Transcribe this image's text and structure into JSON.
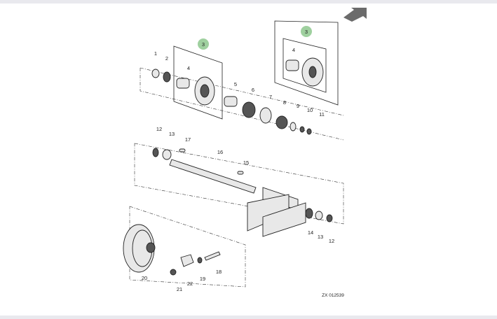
{
  "diagram": {
    "callouts": {
      "c1": "1",
      "c2": "2",
      "c3a": "3",
      "c3b": "3",
      "c4a": "4",
      "c4b": "4",
      "c5": "5",
      "c6": "6",
      "c7": "7",
      "c8": "8",
      "c9": "9",
      "c10": "10",
      "c11": "11",
      "c12a": "12",
      "c13a": "13",
      "c17": "17",
      "c16": "16",
      "c15": "15",
      "c14": "14",
      "c13b": "13",
      "c12b": "12",
      "c20": "20",
      "c21": "21",
      "c22": "22",
      "c19": "19",
      "c18": "18"
    },
    "figure_id": "ZX 012539",
    "highlight_color": "#9fd09f"
  },
  "nav": {
    "icon": "arrow-icon"
  }
}
